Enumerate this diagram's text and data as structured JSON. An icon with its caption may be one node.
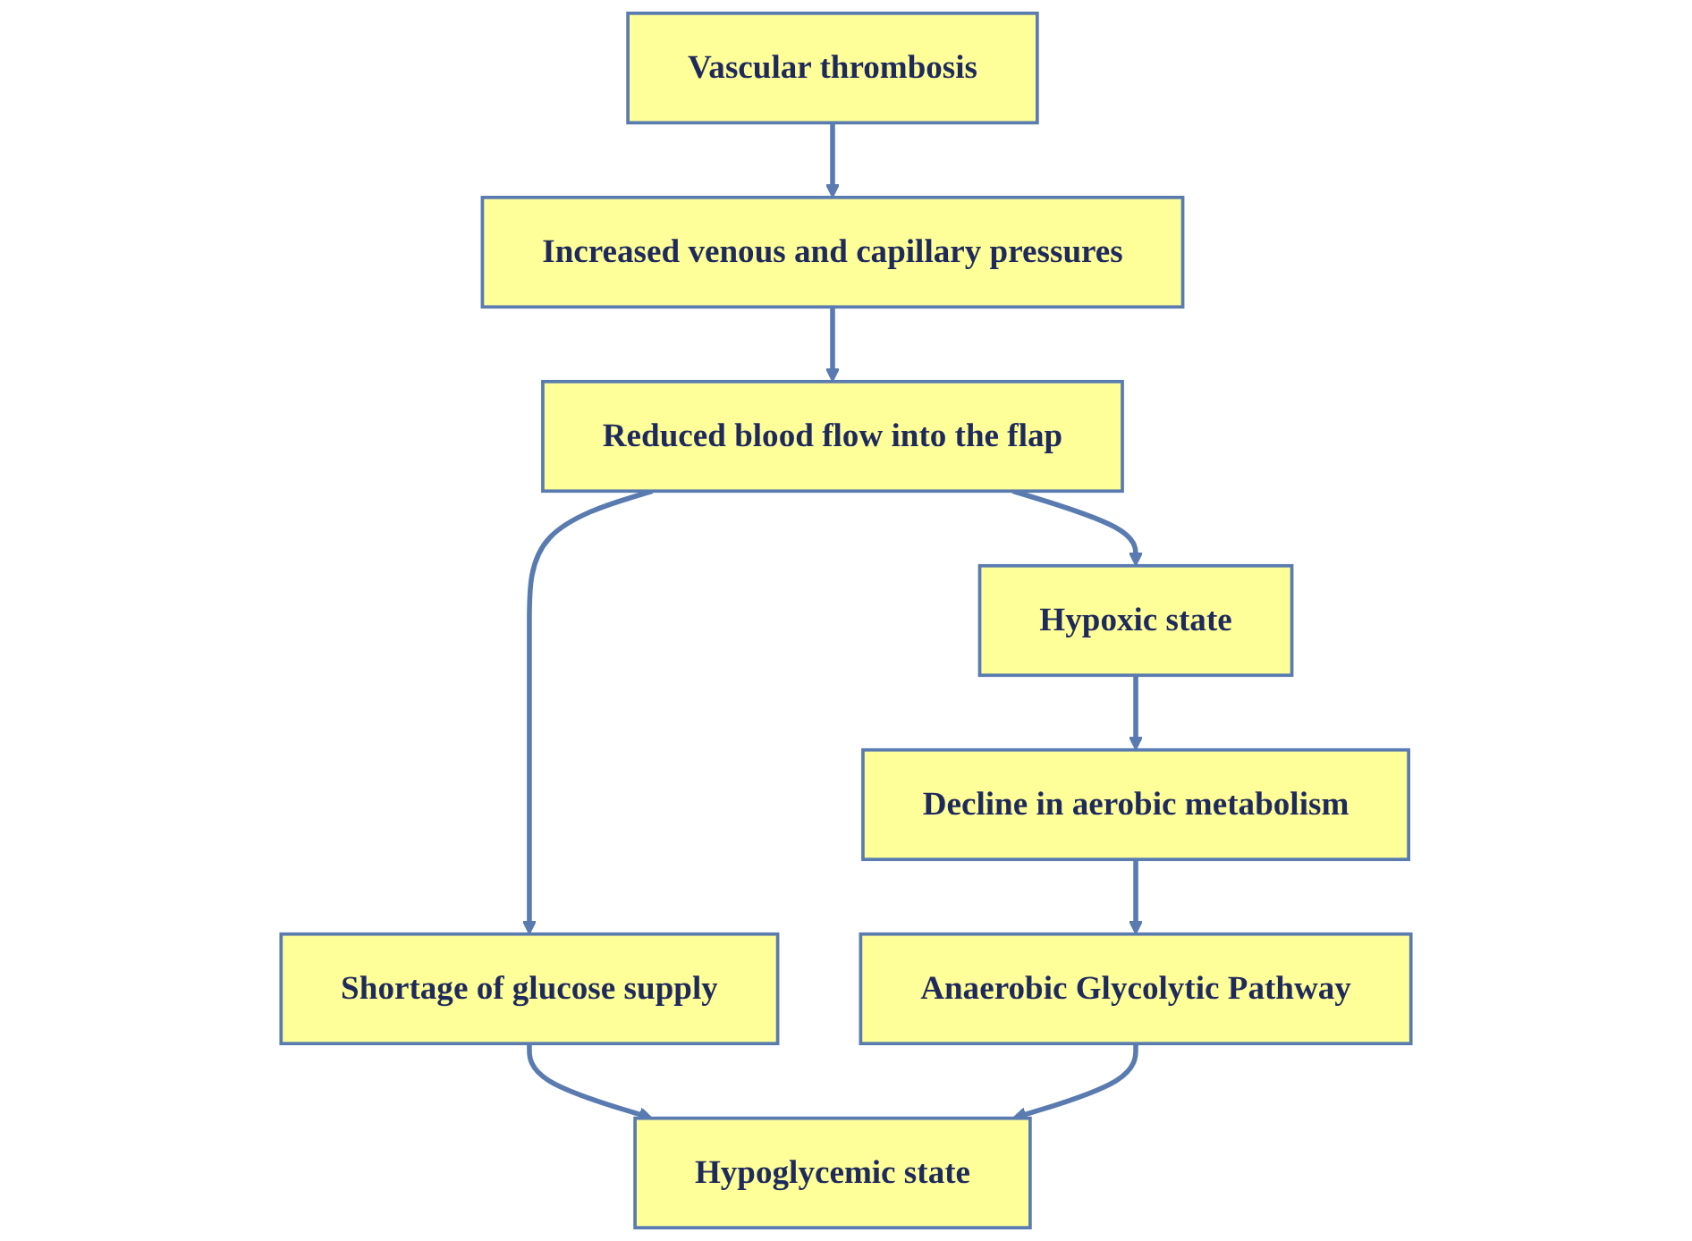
{
  "diagram": {
    "nodes": [
      {
        "text": [
          "Vascular thrombosis"
        ]
      },
      {
        "text": [
          "Increased venous and capillary pressures"
        ]
      },
      {
        "text": [
          "Reduced blood flow into the flap"
        ]
      },
      {
        "text": [
          "Shortage of glucose supply"
        ]
      },
      {
        "text": [
          "Hypoxic state"
        ]
      },
      {
        "text": [
          "Decline in aerobic metabolism"
        ]
      },
      {
        "text": [
          "Anaerobic Glycolytic Pathway"
        ]
      },
      {
        "text": [
          "Hypoglycemic state"
        ]
      }
    ],
    "edges": [
      {
        "from": 0,
        "to": 1,
        "arrow": "to"
      },
      {
        "from": 1,
        "to": 2,
        "arrow": "to"
      },
      {
        "from": 2,
        "to": 3,
        "arrow": "to"
      },
      {
        "from": 2,
        "to": 4,
        "arrow": "to"
      },
      {
        "from": 3,
        "to": 7,
        "arrow": "to"
      },
      {
        "from": 4,
        "to": 5,
        "arrow": "to"
      },
      {
        "from": 5,
        "to": 6,
        "arrow": "to"
      },
      {
        "from": 6,
        "to": 7,
        "arrow": "to"
      }
    ]
  }
}
